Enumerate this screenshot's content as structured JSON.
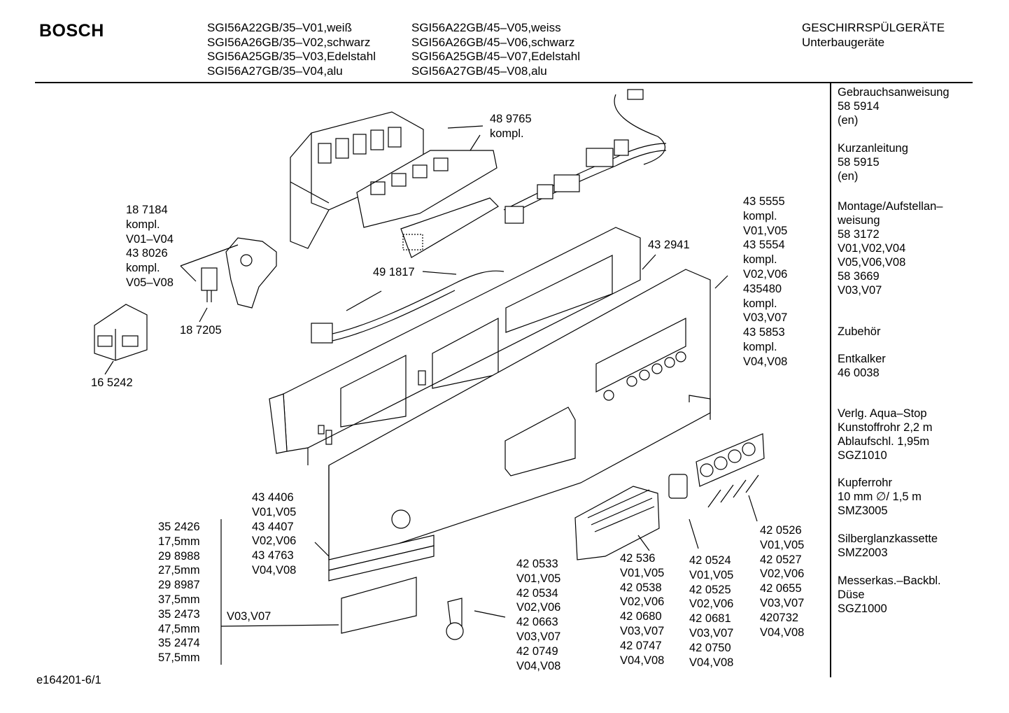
{
  "header": {
    "brand": "BOSCH",
    "models_col1": [
      "SGI56A22GB/35–V01,weiß",
      "SGI56A26GB/35–V02,schwarz",
      "SGI56A25GB/35–V03,Edelstahl",
      "SGI56A27GB/35–V04,alu"
    ],
    "models_col2": [
      "SGI56A22GB/45–V05,weiss",
      "SGI56A26GB/45–V06,schwarz",
      "SGI56A25GB/45–V07,Edelstahl",
      "SGI56A27GB/45–V08,alu"
    ],
    "category_line1": "GESCHIRRSPÜLGERÄTE",
    "category_line2": "Unterbaugeräte"
  },
  "sidebar": {
    "b1": [
      "Gebrauchsanweisung",
      "58 5914",
      "(en)"
    ],
    "b2": [
      "Kurzanleitung",
      "58 5915",
      "(en)"
    ],
    "b3": [
      "Montage/Aufstellan–",
      "weisung",
      "58 3172",
      "V01,V02,V04",
      "V05,V06,V08",
      "58 3669",
      "V03,V07"
    ],
    "b4": [
      "Zubehör"
    ],
    "b5": [
      "Entkalker",
      "46 0038"
    ],
    "b6": [
      "Verlg. Aqua–Stop",
      "Kunstoffrohr 2,2 m",
      "Ablaufschl. 1,95m",
      "SGZ1010"
    ],
    "b7": [
      "Kupferrohr",
      "10 mm ∅/ 1,5 m",
      "SMZ3005"
    ],
    "b8": [
      "Silberglanzkassette",
      "SMZ2003"
    ],
    "b9": [
      "Messerkas.–Backbl.",
      "Düse",
      "SGZ1000"
    ]
  },
  "parts": {
    "p489765": [
      "48 9765",
      "kompl."
    ],
    "p187184": [
      "18 7184",
      "kompl.",
      "V01–V04",
      "43 8026",
      "kompl.",
      "V05–V08"
    ],
    "p187205": [
      "18 7205"
    ],
    "p165242": [
      "16 5242"
    ],
    "p491817": [
      "49 1817"
    ],
    "p432941": [
      "43 2941"
    ],
    "p435555": [
      "43 5555",
      "kompl.",
      "V01,V05",
      "43 5554",
      "kompl.",
      "V02,V06",
      "435480",
      "kompl.",
      "V03,V07",
      "43 5853",
      "kompl.",
      "V04,V08"
    ],
    "p434406": [
      "43 4406",
      "V01,V05",
      "43 4407",
      "V02,V06",
      "43 4763",
      "V04,V08"
    ],
    "p352426": [
      "35 2426",
      "17,5mm",
      "29 8988",
      "27,5mm",
      "29 8987",
      "37,5mm",
      "35 2473",
      "47,5mm",
      "35 2474",
      "57,5mm"
    ],
    "pv0307": [
      "V03,V07"
    ],
    "p420533": [
      "42 0533",
      "V01,V05",
      "42 0534",
      "V02,V06",
      "42 0663",
      "V03,V07",
      "42 0749",
      "V04,V08"
    ],
    "p42536": [
      "42 536",
      "V01,V05",
      "42 0538",
      "V02,V06",
      "42 0680",
      "V03,V07",
      "42 0747",
      "V04,V08"
    ],
    "p420524": [
      "42 0524",
      "V01,V05",
      "42 0525",
      "V02,V06",
      "42 0681",
      "V03,V07",
      "42 0750",
      "V04,V08"
    ],
    "p420526": [
      "42 0526",
      "V01,V05",
      "42 0527",
      "V02,V06",
      "42 0655",
      "V03,V07",
      "420732",
      "V04,V08"
    ]
  },
  "footer": {
    "code": "e164201-6/1"
  }
}
